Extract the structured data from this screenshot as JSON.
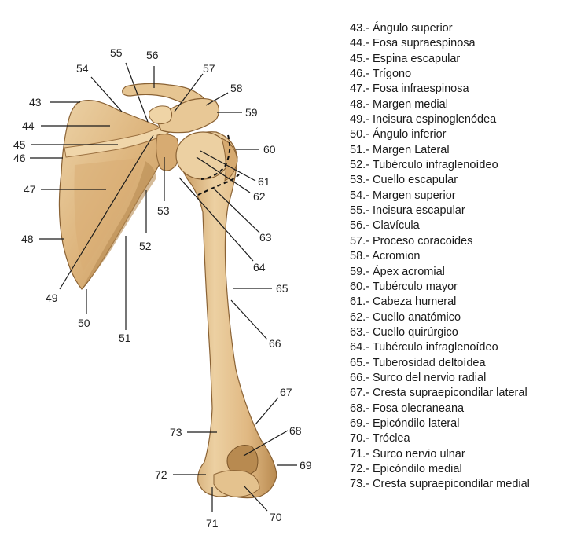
{
  "diagram": {
    "callouts": [
      "43",
      "44",
      "45",
      "46",
      "47",
      "48",
      "49",
      "50",
      "51",
      "52",
      "53",
      "54",
      "55",
      "56",
      "57",
      "58",
      "59",
      "60",
      "61",
      "62",
      "63",
      "64",
      "65",
      "66",
      "67",
      "68",
      "69",
      "70",
      "71",
      "72",
      "73"
    ],
    "legend": [
      "43.- Ángulo superior",
      "44.- Fosa supraespinosa",
      "45.- Espina escapular",
      "46.- Trígono",
      "47.- Fosa infraespinosa",
      "48.- Margen medial",
      "49.- Incisura espinoglenódea",
      "50.- Ángulo inferior",
      "51.- Margen Lateral",
      "52.- Tubérculo infraglenoídeo",
      "53.- Cuello escapular",
      "54.- Margen superior",
      "55.- Incisura escapular",
      "56.- Clavícula",
      "57.- Proceso coracoides",
      "58.- Acromion",
      "59.- Ápex acromial",
      "60.- Tubérculo mayor",
      "61.- Cabeza humeral",
      "62.- Cuello anatómico",
      "63.- Cuello quirúrgico",
      "64.- Tubérculo infraglenoídeo",
      "65.- Tuberosidad deltoídea",
      "66.- Surco del nervio radial",
      "67.- Cresta supraepicondilar lateral",
      "68.- Fosa olecraneana",
      "69.- Epicóndilo lateral",
      "70.- Tróclea",
      "71.- Surco nervio ulnar",
      "72.- Epicóndilo medial",
      "73.- Cresta supraepicondilar medial"
    ]
  },
  "colors": {
    "bone": "#e3bf8c",
    "bone_shadow": "#b98d55",
    "bone_highlight": "#f3dcb3",
    "outline": "#8a6234",
    "leader": "#1a1a1a"
  }
}
